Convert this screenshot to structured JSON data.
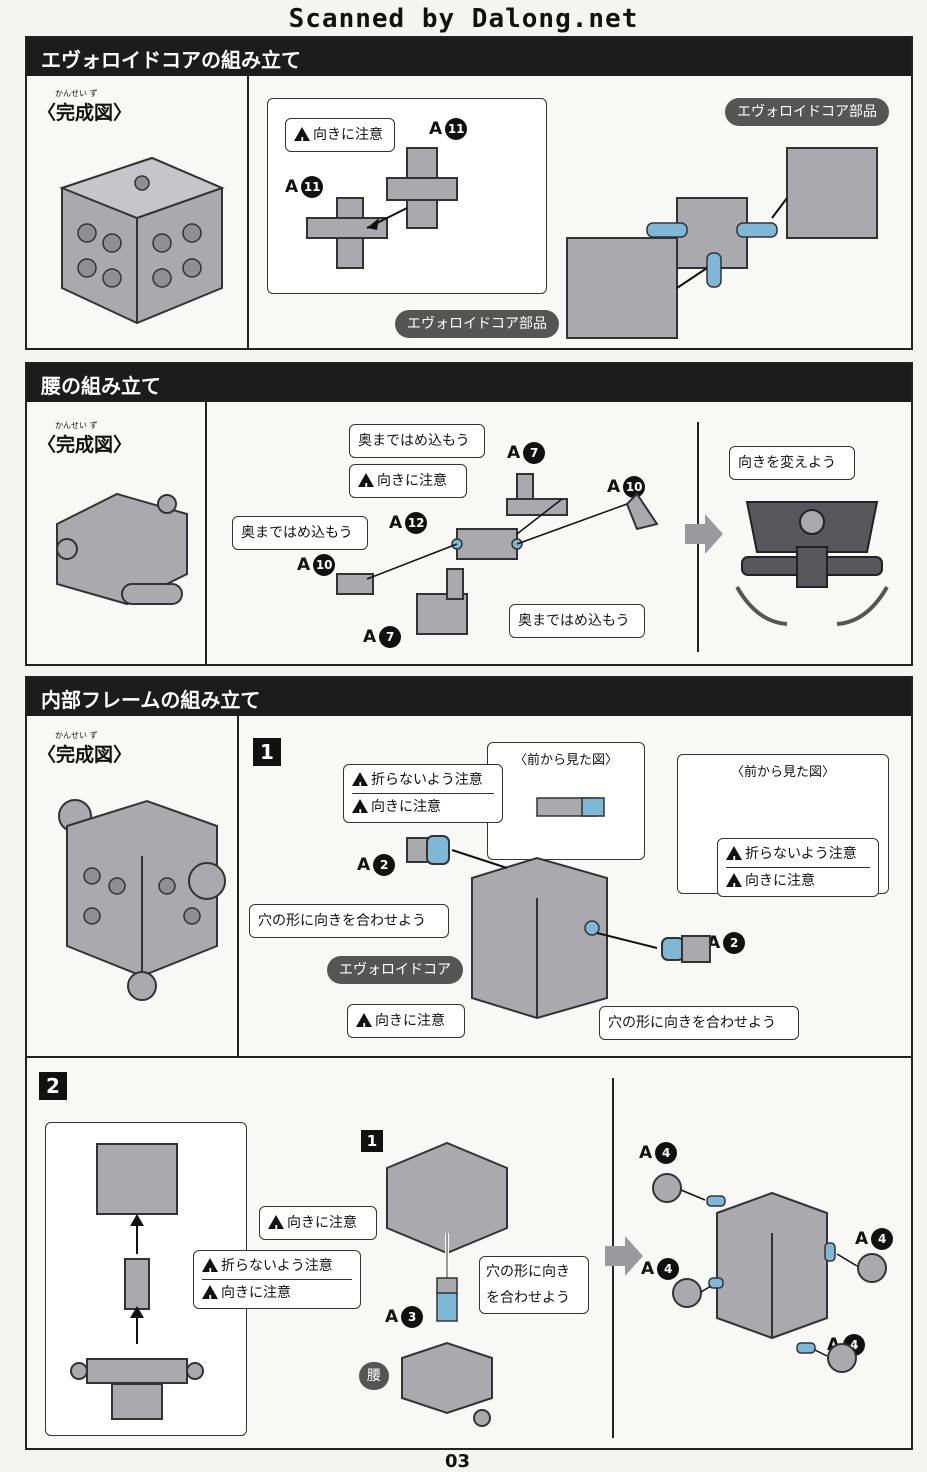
{
  "watermark": "Scanned by Dalong.net",
  "colors": {
    "header_bg": "#1c1c1c",
    "part_gray": "#a9a9ae",
    "accent_blue": "#7fb7d6",
    "pill_bg": "#555555"
  },
  "sections": {
    "evoroid": {
      "title": "エヴォロイドコアの組み立て",
      "completed_label": "〈完成図〉",
      "completed_ruby": "かんせい ず",
      "callout_orientation": "向きに注意",
      "part_a11_left": "A",
      "part_a11_right": "A",
      "part_num": "11",
      "pill_top": "エヴォロイドコア部品",
      "pill_bottom": "エヴォロイドコア部品"
    },
    "waist": {
      "title": "腰の組み立て",
      "completed_label": "〈完成図〉",
      "completed_ruby": "かんせい ず",
      "push_in_1": "奥まではめ込もう",
      "orientation": "向きに注意",
      "push_in_2": "奥まではめ込もう",
      "push_in_3": "奥まではめ込もう",
      "change_direction": "向きを変えよう",
      "parts": [
        {
          "letter": "A",
          "num": "7"
        },
        {
          "letter": "A",
          "num": "10"
        },
        {
          "letter": "A",
          "num": "12"
        },
        {
          "letter": "A",
          "num": "10"
        },
        {
          "letter": "A",
          "num": "7"
        }
      ]
    },
    "frame": {
      "title": "内部フレームの組み立て",
      "completed_label": "〈完成図〉",
      "completed_ruby": "かんせい ず",
      "step1": "1",
      "step2": "2",
      "front_view_1": "〈前から見た図〉",
      "front_view_2": "〈前から見た図〉",
      "no_fold": "折らないよう注意",
      "orientation": "向きに注意",
      "match_hole": "穴の形に向きを合わせよう",
      "evoroid_core": "エヴォロイドコア",
      "match_hole_2_line1": "穴の形に向き",
      "match_hole_2_line2": "を合わせよう",
      "waist_pill": "腰",
      "step_ref": "1",
      "parts": [
        {
          "letter": "A",
          "num": "2"
        },
        {
          "letter": "A",
          "num": "2"
        },
        {
          "letter": "A",
          "num": "3"
        },
        {
          "letter": "A",
          "num": "4"
        },
        {
          "letter": "A",
          "num": "4"
        },
        {
          "letter": "A",
          "num": "4"
        },
        {
          "letter": "A",
          "num": "4"
        }
      ]
    }
  },
  "page_number": "03"
}
